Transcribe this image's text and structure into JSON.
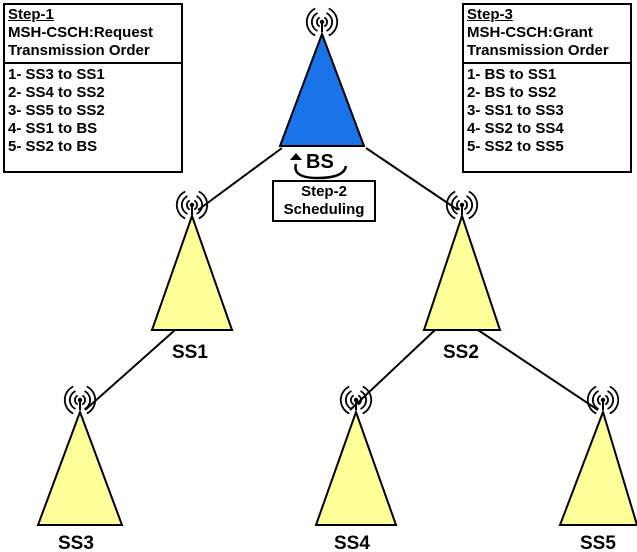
{
  "nodes": {
    "bs": {
      "label": "BS",
      "color": "#1a73e8"
    },
    "ss1": {
      "label": "SS1",
      "color": "#ffff99"
    },
    "ss2": {
      "label": "SS2",
      "color": "#ffff99"
    },
    "ss3": {
      "label": "SS3",
      "color": "#ffff99"
    },
    "ss4": {
      "label": "SS4",
      "color": "#ffff99"
    },
    "ss5": {
      "label": "SS5",
      "color": "#ffff99"
    }
  },
  "step1": {
    "title": "Step-1",
    "subtitle": "MSH-CSCH:Request",
    "subtitle2": "Transmission Order",
    "items": [
      "1- SS3 to SS1",
      "2- SS4 to SS2",
      "3- SS5 to SS2",
      "4- SS1 to BS",
      "5- SS2 to BS"
    ]
  },
  "step2": {
    "title": "Step-2",
    "subtitle": "Scheduling"
  },
  "step3": {
    "title": "Step-3",
    "subtitle": "MSH-CSCH:Grant",
    "subtitle2": "Transmission Order",
    "items": [
      "1- BS to SS1",
      "2- BS to SS2",
      "3- SS1 to SS3",
      "4- SS2 to SS4",
      "5- SS2 to SS5"
    ]
  }
}
